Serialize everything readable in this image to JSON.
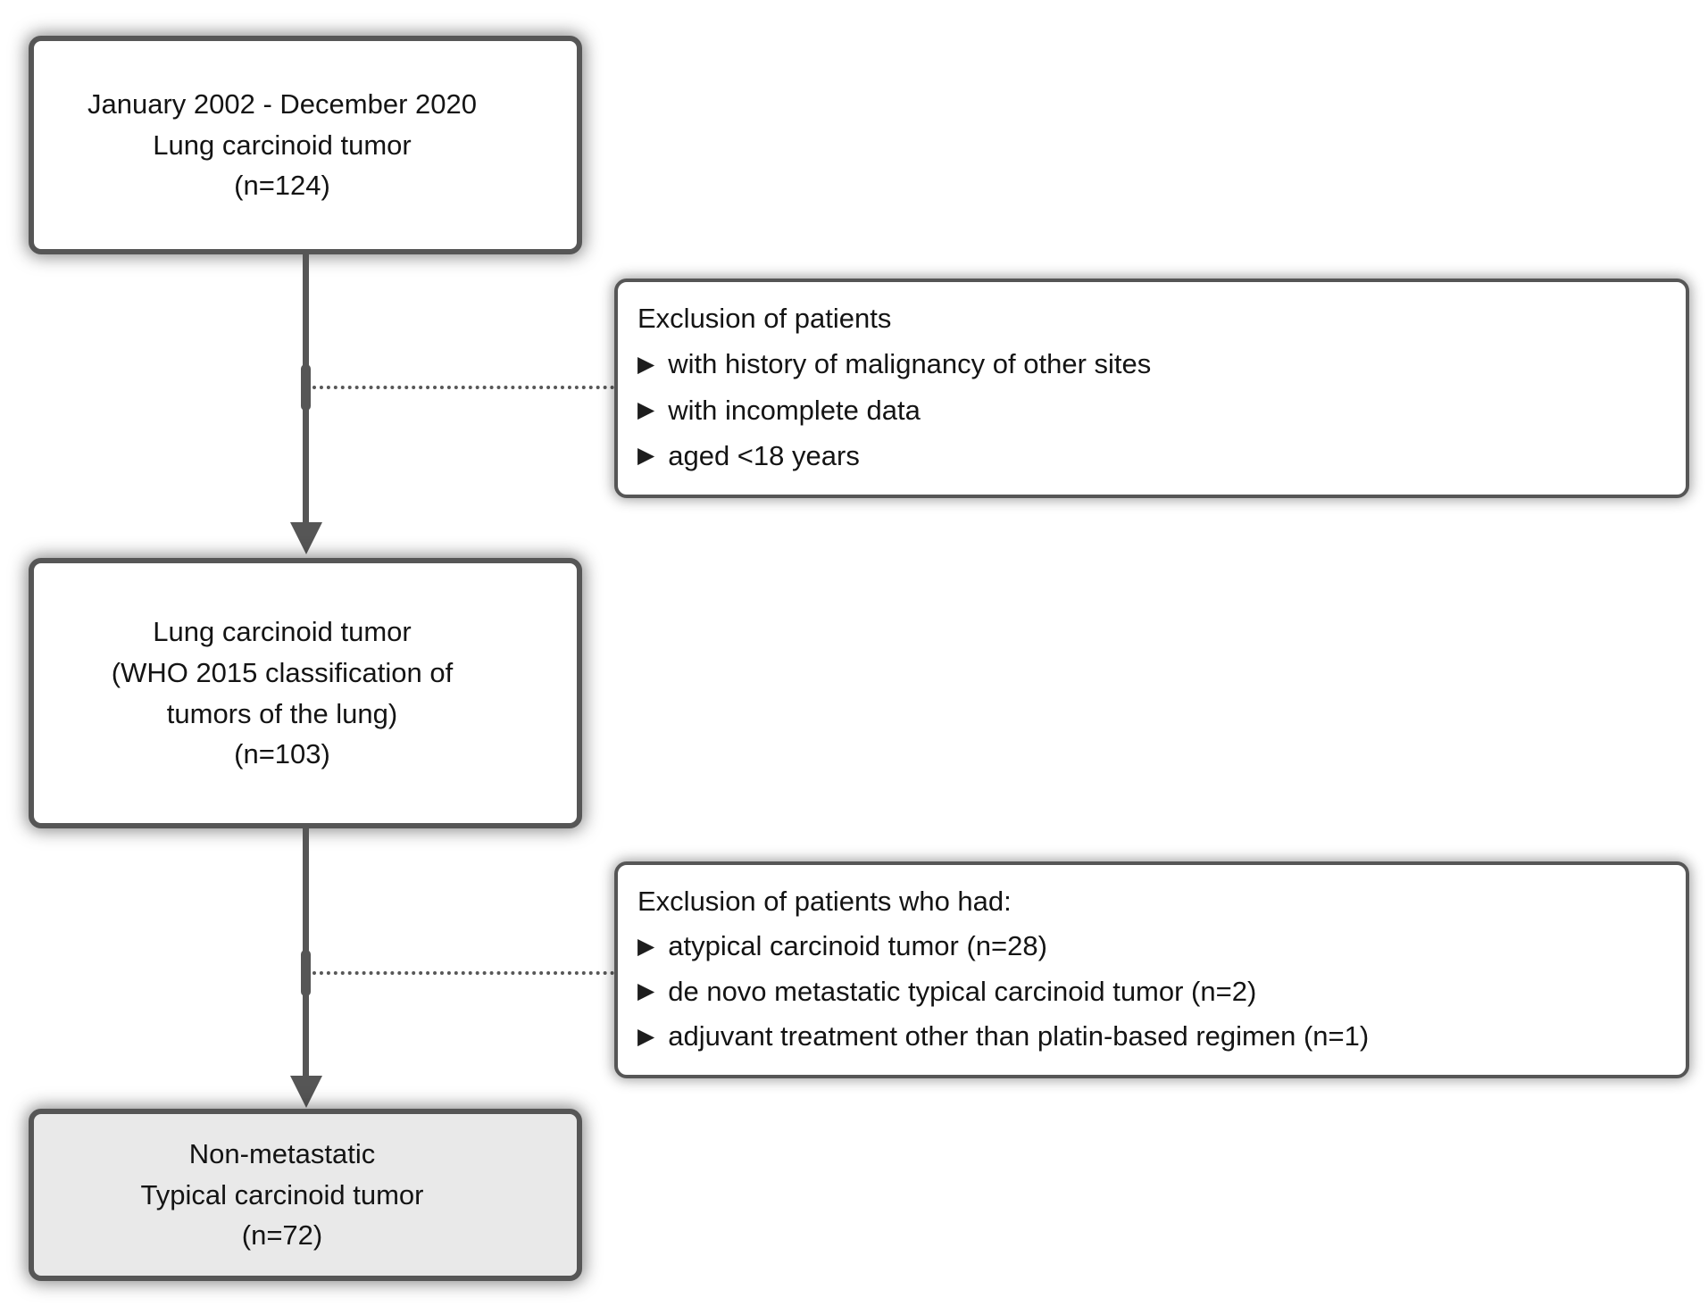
{
  "diagram": {
    "boxes": [
      {
        "name": "initial-cohort",
        "lines": [
          "January 2002 - December 2020",
          "Lung carcinoid tumor",
          "(n=124)"
        ]
      },
      {
        "name": "who-classification-cohort",
        "lines": [
          "Lung carcinoid tumor",
          "(WHO 2015 classification of",
          "tumors of the lung)",
          "(n=103)"
        ]
      },
      {
        "name": "final-cohort",
        "lines": [
          "Non-metastatic",
          "Typical carcinoid tumor",
          "(n=72)"
        ]
      }
    ],
    "exclusions": [
      {
        "header": "Exclusion of patients",
        "items": [
          "with history of malignancy of other sites",
          "with incomplete data",
          "aged <18 years"
        ]
      },
      {
        "header": "Exclusion of patients who had:",
        "items": [
          "atypical carcinoid tumor (n=28)",
          "de novo metastatic typical carcinoid tumor (n=2)",
          "adjuvant treatment other than platin-based regimen (n=1)"
        ]
      }
    ]
  },
  "icons": {
    "bullet": "▶"
  },
  "colors": {
    "border": "#565656",
    "text": "#141414",
    "final_box_fill": "#e9e9e9",
    "background": "#ffffff"
  }
}
